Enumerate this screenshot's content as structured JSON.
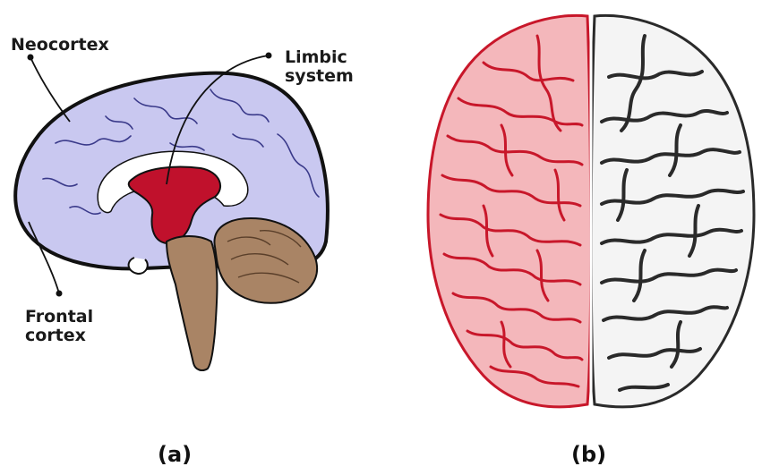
{
  "panel_a": {
    "labels": {
      "neocortex": "Neocortex",
      "limbic_line1": "Limbic",
      "limbic_line2": "system",
      "frontal_line1": "Frontal",
      "frontal_line2": "cortex"
    },
    "caption": "(a)",
    "colors": {
      "neocortex": "#c9c8f0",
      "limbic": "#c0112c",
      "brainstem": "#a98465",
      "outline": "#111111"
    }
  },
  "panel_b": {
    "caption": "(b)",
    "colors": {
      "left_hemisphere": "#f4b7bb",
      "left_sulci": "#c8172a",
      "right_hemisphere": "#f4f4f4",
      "right_sulci": "#2a2a2a"
    }
  }
}
